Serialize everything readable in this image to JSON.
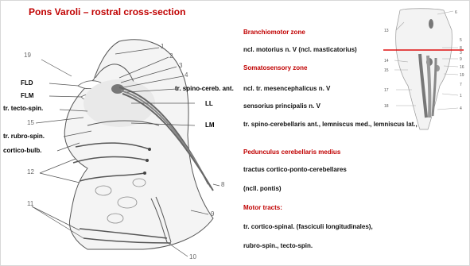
{
  "title": "Pons Varoli – rostral cross-section",
  "diagram_labels": {
    "fld": "FLD",
    "flm": "FLM",
    "tecto": "tr. tecto-spin.",
    "rubro": "tr. rubro-spin.",
    "cortico": "cortico-bulb.",
    "spino": "tr. spino-cereb. ant.",
    "ll": "LL",
    "lm": "LM"
  },
  "diagram_numbers": [
    "1",
    "2",
    "3",
    "4",
    "8",
    "9",
    "10",
    "11",
    "12",
    "15",
    "19"
  ],
  "right_text": {
    "branchiomotor_heading": "Branchiomotor zone",
    "branchiomotor_item": "ncl. motorius n. V (ncl. masticatorius)",
    "somatosensory_heading": "Somatosensory zone",
    "somatosensory_item1": "ncl. tr. mesencephalicus n. V",
    "somatosensory_item2": "sensorius principalis n. V",
    "somatosensory_item3": "tr. spino-cerebellaris ant., lemniscus med., lemniscus lat.,",
    "peduncle_heading": "Pedunculus cerebellaris medius",
    "peduncle_item1": "tractus cortico-ponto-cerebellares",
    "peduncle_item2": "(ncll. pontis)",
    "motor_heading": "Motor tracts:",
    "motor_item1": "tr. cortico-spinal. (fasciculi longitudinales),",
    "motor_item2": "rubro-spin., tecto-spin."
  },
  "inset_numbers": [
    "6",
    "8",
    "9",
    "13",
    "14",
    "15",
    "16",
    "17",
    "18",
    "19",
    "1",
    "4",
    "5",
    "7",
    "3"
  ],
  "colors": {
    "heading_red": "#c00000",
    "section_line": "#e01010"
  }
}
